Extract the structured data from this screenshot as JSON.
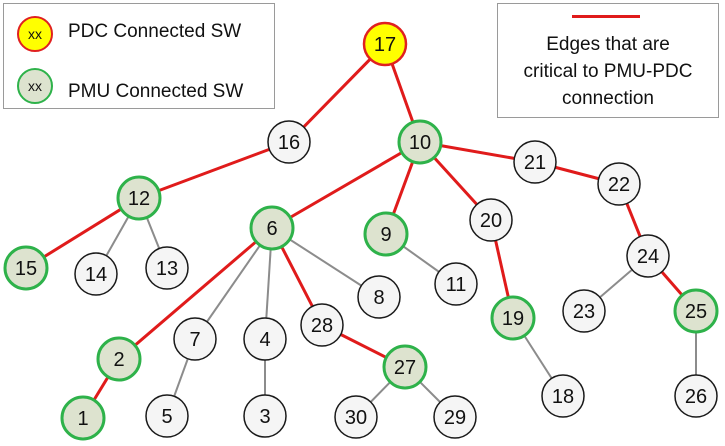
{
  "colors": {
    "pdc_fill": "#ffff00",
    "pdc_stroke": "#e02020",
    "pmu_fill": "#dde3cf",
    "pmu_stroke": "#2eb24a",
    "plain_fill": "#f5f5f5",
    "plain_stroke": "#1a1a1a",
    "critical_edge": "#e01b1b",
    "normal_edge": "#8c8c8c"
  },
  "legend": {
    "pdc_symbol": "xx",
    "pdc_label": "PDC Connected SW",
    "pmu_symbol": "xx",
    "pmu_label": "PMU Connected SW",
    "edge_line1": "Edges that are",
    "edge_line2": "critical to PMU-PDC",
    "edge_line3": "connection"
  },
  "graph": {
    "nodes": [
      {
        "id": "17",
        "type": "pdc"
      },
      {
        "id": "16",
        "type": "plain"
      },
      {
        "id": "10",
        "type": "pmu"
      },
      {
        "id": "12",
        "type": "pmu"
      },
      {
        "id": "15",
        "type": "pmu"
      },
      {
        "id": "14",
        "type": "plain"
      },
      {
        "id": "13",
        "type": "plain"
      },
      {
        "id": "6",
        "type": "pmu"
      },
      {
        "id": "9",
        "type": "pmu"
      },
      {
        "id": "11",
        "type": "plain"
      },
      {
        "id": "20",
        "type": "plain"
      },
      {
        "id": "21",
        "type": "plain"
      },
      {
        "id": "22",
        "type": "plain"
      },
      {
        "id": "24",
        "type": "plain"
      },
      {
        "id": "23",
        "type": "plain"
      },
      {
        "id": "25",
        "type": "pmu"
      },
      {
        "id": "26",
        "type": "plain"
      },
      {
        "id": "19",
        "type": "pmu"
      },
      {
        "id": "18",
        "type": "plain"
      },
      {
        "id": "2",
        "type": "pmu"
      },
      {
        "id": "1",
        "type": "pmu"
      },
      {
        "id": "7",
        "type": "plain"
      },
      {
        "id": "5",
        "type": "plain"
      },
      {
        "id": "4",
        "type": "plain"
      },
      {
        "id": "3",
        "type": "plain"
      },
      {
        "id": "28",
        "type": "plain"
      },
      {
        "id": "27",
        "type": "pmu"
      },
      {
        "id": "30",
        "type": "plain"
      },
      {
        "id": "29",
        "type": "plain"
      },
      {
        "id": "8",
        "type": "plain"
      }
    ],
    "edges": [
      {
        "from": "17",
        "to": "16",
        "critical": true
      },
      {
        "from": "17",
        "to": "10",
        "critical": true
      },
      {
        "from": "16",
        "to": "12",
        "critical": true
      },
      {
        "from": "12",
        "to": "15",
        "critical": true
      },
      {
        "from": "12",
        "to": "14",
        "critical": false
      },
      {
        "from": "12",
        "to": "13",
        "critical": false
      },
      {
        "from": "10",
        "to": "6",
        "critical": true
      },
      {
        "from": "10",
        "to": "9",
        "critical": true
      },
      {
        "from": "10",
        "to": "20",
        "critical": true
      },
      {
        "from": "10",
        "to": "21",
        "critical": true
      },
      {
        "from": "21",
        "to": "22",
        "critical": true
      },
      {
        "from": "22",
        "to": "24",
        "critical": true
      },
      {
        "from": "24",
        "to": "23",
        "critical": false
      },
      {
        "from": "24",
        "to": "25",
        "critical": true
      },
      {
        "from": "25",
        "to": "26",
        "critical": false
      },
      {
        "from": "9",
        "to": "11",
        "critical": false
      },
      {
        "from": "20",
        "to": "19",
        "critical": true
      },
      {
        "from": "19",
        "to": "18",
        "critical": false
      },
      {
        "from": "6",
        "to": "2",
        "critical": true
      },
      {
        "from": "2",
        "to": "1",
        "critical": true
      },
      {
        "from": "6",
        "to": "7",
        "critical": false
      },
      {
        "from": "7",
        "to": "5",
        "critical": false
      },
      {
        "from": "6",
        "to": "4",
        "critical": false
      },
      {
        "from": "4",
        "to": "3",
        "critical": false
      },
      {
        "from": "6",
        "to": "28",
        "critical": true
      },
      {
        "from": "28",
        "to": "27",
        "critical": true
      },
      {
        "from": "27",
        "to": "30",
        "critical": false
      },
      {
        "from": "27",
        "to": "29",
        "critical": false
      },
      {
        "from": "6",
        "to": "8",
        "critical": false
      }
    ]
  }
}
